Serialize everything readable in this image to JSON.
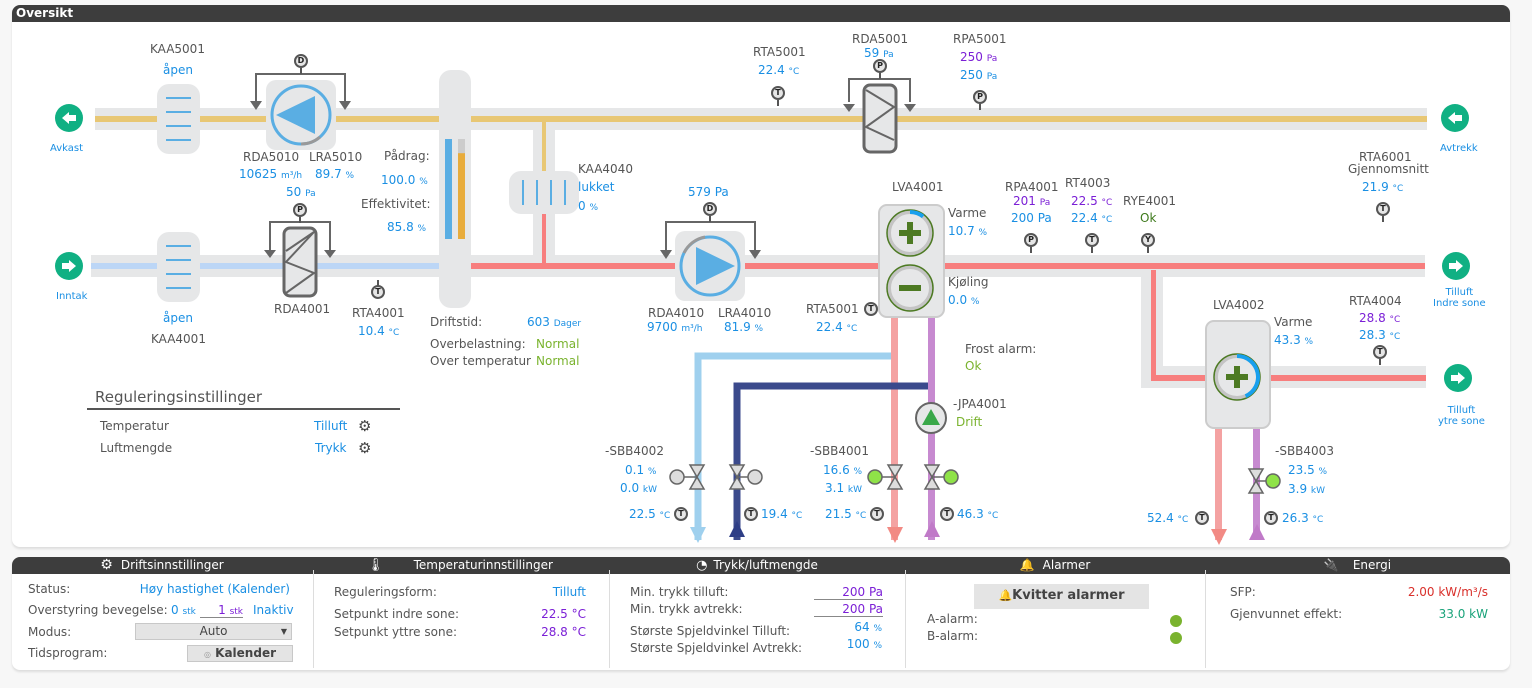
{
  "main": {
    "title": "Oversikt",
    "endpoints": {
      "avkast": "Avkast",
      "inntak": "Inntak",
      "avtrekk": "Avtrekk",
      "tilluft_indre": [
        "Tilluft",
        "Indre sone"
      ],
      "tilluft_ytre": [
        "Tilluft",
        "ytre sone"
      ]
    },
    "kaa5001": {
      "name": "KAA5001",
      "state": "åpen"
    },
    "kaa4001": {
      "name": "KAA4001",
      "state": "åpen"
    },
    "kaa4040": {
      "name": "KAA4040",
      "state": "lukket",
      "value": "0",
      "unit": "%"
    },
    "exhaust_fan": {
      "rda_name": "RDA5010",
      "lra_name": "LRA5010",
      "flow": "10625",
      "flow_unit": "m³/h",
      "speed": "89.7",
      "speed_unit": "%",
      "pressure": "50",
      "pressure_unit": "Pa",
      "gauge": "D",
      "ring_fraction": 0.9
    },
    "supply_fan": {
      "rda_name": "RDA4010",
      "lra_name": "LRA4010",
      "flow": "9700",
      "flow_unit": "m³/h",
      "speed": "81.9",
      "speed_unit": "%",
      "pressure": "579 Pa",
      "gauge": "D",
      "ring_fraction": 0.82
    },
    "rda4001": {
      "name": "RDA4001",
      "gauge": "P"
    },
    "rda5001": {
      "name": "RDA5001",
      "value": "59",
      "unit": "Pa",
      "gauge": "P"
    },
    "rta4001": {
      "name": "RTA4001",
      "value": "10.4",
      "unit": "°C",
      "gauge": "T"
    },
    "rta5001_top": {
      "name": "RTA5001",
      "value": "22.4",
      "unit": "°C",
      "gauge": "T"
    },
    "rpa5001": {
      "name": "RPA5001",
      "setpoint": "250",
      "value": "250",
      "unit": "Pa",
      "gauge": "P"
    },
    "heat_recovery": {
      "padrag_label": "Pådrag:",
      "padrag_value": "100.0",
      "padrag_unit": "%",
      "effektivitet_label": "Effektivitet:",
      "effektivitet_value": "85.8",
      "effektivitet_unit": "%",
      "bar_padrag_fraction": 1.0,
      "bar_effektivitet_fraction": 0.858,
      "driftstid_label": "Driftstid:",
      "driftstid_value": "603",
      "driftstid_unit": "Dager",
      "overbelastning_label": "Overbelastning:",
      "overbelastning_value": "Normal",
      "overtemp_label": "Over temperatur",
      "overtemp_value": "Normal"
    },
    "lva4001": {
      "name": "LVA4001",
      "varme_label": "Varme",
      "varme_value": "10.7",
      "varme_unit": "%",
      "varme_fraction": 0.107,
      "kjoling_label": "Kjøling",
      "kjoling_value": "0.0",
      "kjoling_unit": "%"
    },
    "rta5001_mid": {
      "name": "RTA5001",
      "value": "22.4",
      "unit": "°C",
      "gauge": "T"
    },
    "rpa4001": {
      "name": "RPA4001",
      "setpoint": "201",
      "setpoint_unit": "Pa",
      "value": "200 Pa",
      "gauge": "P"
    },
    "rt4003": {
      "name": "RT4003",
      "setpoint": "22.5",
      "value": "22.4",
      "unit": "°C",
      "gauge": "T"
    },
    "rye4001": {
      "name": "RYE4001",
      "value": "Ok",
      "gauge": "Y"
    },
    "rta6001": {
      "name": "RTA6001",
      "sub": "Gjennomsnitt",
      "value": "21.9",
      "unit": "°C",
      "gauge": "T"
    },
    "lva4002": {
      "name": "LVA4002",
      "varme_label": "Varme",
      "varme_value": "43.3",
      "varme_unit": "%",
      "varme_fraction": 0.433
    },
    "rta4004": {
      "name": "RTA4004",
      "setpoint": "28.8",
      "value": "28.3",
      "unit": "°C",
      "gauge": "T"
    },
    "frost": {
      "label": "Frost alarm:",
      "value": "Ok"
    },
    "jpa4001": {
      "name": "-JPA4001",
      "state": "Drift"
    },
    "sbb4002": {
      "name": "-SBB4002",
      "percent": "0.1",
      "power": "0.0",
      "power_unit": "kW",
      "t_out": "22.5",
      "t_in": "19.4",
      "unit": "°C"
    },
    "sbb4001": {
      "name": "-SBB4001",
      "percent": "16.6",
      "power": "3.1",
      "power_unit": "kW",
      "t_out": "21.5",
      "t_in": "46.3",
      "unit": "°C"
    },
    "sbb4003": {
      "name": "-SBB4003",
      "percent": "23.5",
      "power": "3.9",
      "power_unit": "kW",
      "t_out": "52.4",
      "t_in": "26.3",
      "unit": "°C"
    },
    "regulering": {
      "title": "Reguleringsinstillinger",
      "rows": [
        {
          "label": "Temperatur",
          "value": "Tilluft"
        },
        {
          "label": "Luftmengde",
          "value": "Trykk"
        }
      ]
    }
  },
  "bottom": {
    "drift": {
      "title": "Driftsinnstillinger",
      "status_label": "Status:",
      "status_value": "Høy hastighet (Kalender)",
      "overstyring_label": "Overstyring bevegelse:",
      "overstyring_count": "0",
      "overstyring_unit": "stk",
      "overstyring_input": "1",
      "overstyring_state": "Inaktiv",
      "modus_label": "Modus:",
      "modus_value": "Auto",
      "tidsprogram_label": "Tidsprogram:",
      "kalender_button": "Kalender"
    },
    "temp": {
      "title": "Temperaturinnstillinger",
      "rows": [
        {
          "label": "Reguleringsform:",
          "value": "Tilluft"
        },
        {
          "label": "Setpunkt indre sone:",
          "value": "22.5 °C"
        },
        {
          "label": "Setpunkt yttre sone:",
          "value": "28.8 °C"
        }
      ]
    },
    "trykk": {
      "title": "Trykk/luftmengde",
      "rows": [
        {
          "label": "Min. trykk tilluft:",
          "value": "200 Pa"
        },
        {
          "label": "Min. trykk avtrekk:",
          "value": "200 Pa"
        },
        {
          "label": "Største Spjeldvinkel Tilluft:",
          "value": "64",
          "unit": "%"
        },
        {
          "label": "Største Spjeldvinkel Avtrekk:",
          "value": "100",
          "unit": "%"
        }
      ]
    },
    "alarmer": {
      "title": "Alarmer",
      "button": "Kvitter alarmer",
      "a_label": "A-alarm:",
      "b_label": "B-alarm:",
      "ok_color": "#7ab32e"
    },
    "energi": {
      "title": "Energi",
      "sfp_label": "SFP:",
      "sfp_value": "2.00 kW/m³/s",
      "sfp_color": "#d9302b",
      "gjen_label": "Gjenvunnet effekt:",
      "gjen_value": "33.0 kW",
      "gjen_color": "#1aa37a"
    }
  },
  "colors": {
    "exhaust_line": "#e8c774",
    "intake_line": "#bcd6f6",
    "supply_line": "#f77e7e",
    "duct": "#e6e7e8",
    "accent_blue": "#1a8fe3",
    "setpoint_purple": "#7b1fd6",
    "endpoint_green": "#10b083"
  }
}
